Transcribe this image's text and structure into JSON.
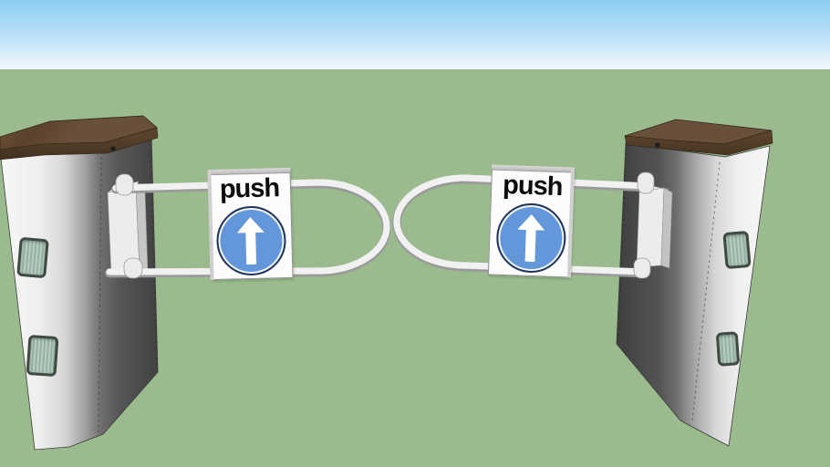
{
  "scene": {
    "type": "3d-model-viewport",
    "description": "Two pedestrian swing gates (turnstile posts with looped push bars) on green ground under blue sky",
    "signs": {
      "left": {
        "label": "push",
        "icon": "up-arrow"
      },
      "right": {
        "label": "push",
        "icon": "up-arrow"
      }
    },
    "colors": {
      "sky_top": "#8bcef3",
      "sky_horizon": "#eef7fc",
      "ground": "#9bbb8e",
      "sign_blue": "#6496da",
      "sign_ring": "#23355c",
      "sign_plate": "#fcfcfc",
      "post_dark": "#424242",
      "post_light": "#f6f6f6",
      "wood_cap": "#5e4730",
      "tube_light": "#f1f1f1",
      "tube_shade": "#9a9a9a",
      "reader_green": "#a9c3b3"
    }
  }
}
